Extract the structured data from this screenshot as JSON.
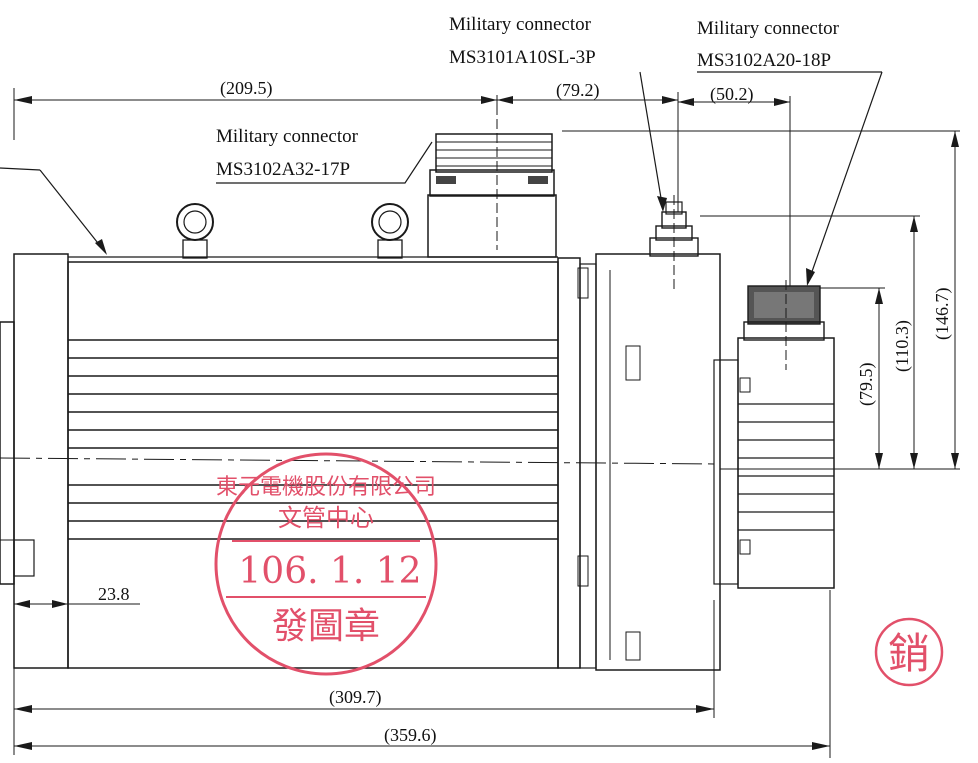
{
  "connectors": {
    "c1": {
      "title": "Military connector",
      "part": "MS3101A10SL-3P"
    },
    "c2": {
      "title": "Military connector",
      "part": "MS3102A20-18P"
    },
    "c3": {
      "title": "Military connector",
      "part": "MS3102A32-17P"
    }
  },
  "dimensions": {
    "d209": "(209.5)",
    "d79_2": "(79.2)",
    "d50_2": "(50.2)",
    "d146_7": "(146.7)",
    "d110_3": "(110.3)",
    "d79_5": "(79.5)",
    "d23_8": "23.8",
    "d309_7": "(309.7)",
    "d359_6": "(359.6)"
  },
  "stamp": {
    "line1": "東元電機股份有限公司",
    "line2": "文管中心",
    "date": "106. 1. 12",
    "line3": "發圖章",
    "color": "#e2506a"
  },
  "seal": {
    "char": "銷",
    "color": "#e2506a"
  }
}
